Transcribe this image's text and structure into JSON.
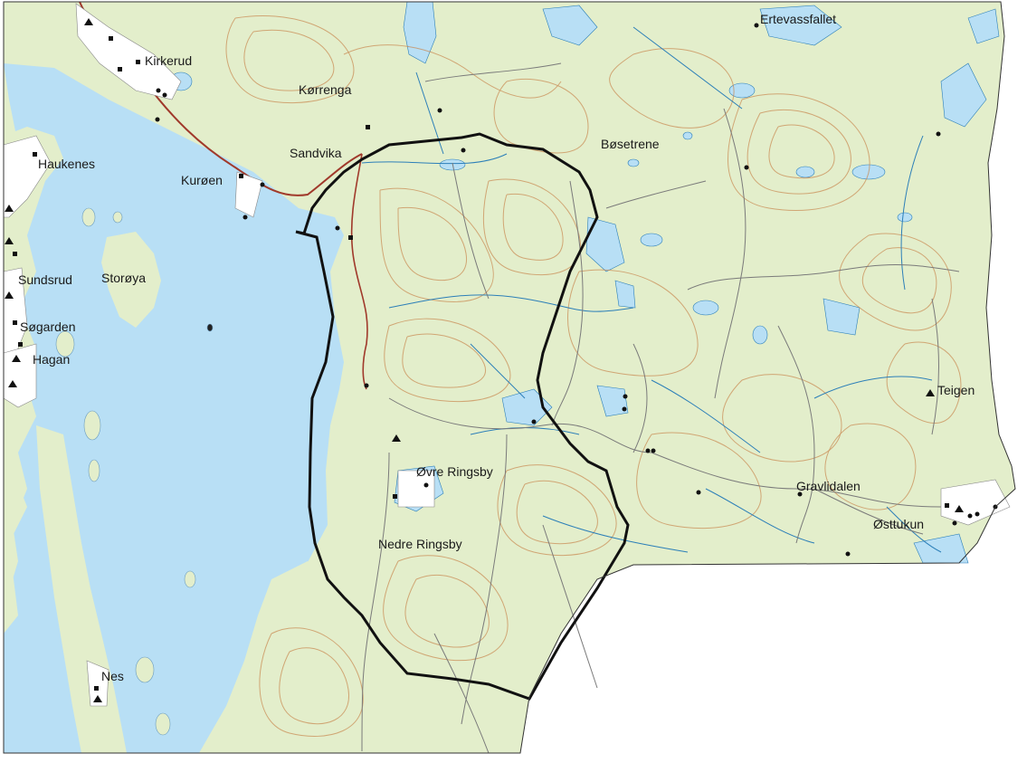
{
  "map": {
    "colors": {
      "land": "#e3eecb",
      "water": "#b8dff5",
      "contour": "#c98a52",
      "stream": "#2c7fb8",
      "road_main": "#a0392b",
      "road": "#6b5a4a",
      "urban": "#ffffff",
      "boundary": "#111111",
      "background": "#ffffff"
    },
    "place_labels": [
      {
        "id": "kirkerud",
        "text": "Kirkerud"
      },
      {
        "id": "korrenga",
        "text": "Kørrenga"
      },
      {
        "id": "ertevassfallet",
        "text": "Ertevassfallet"
      },
      {
        "id": "haukenes",
        "text": "Haukenes"
      },
      {
        "id": "sandvika",
        "text": "Sandvika"
      },
      {
        "id": "bosetrene",
        "text": "Bøsetrene"
      },
      {
        "id": "kuroen",
        "text": "Kurøen"
      },
      {
        "id": "sundsrud",
        "text": "Sundsrud"
      },
      {
        "id": "storoya",
        "text": "Storøya"
      },
      {
        "id": "sogarden",
        "text": "Søgarden"
      },
      {
        "id": "hagan",
        "text": "Hagan"
      },
      {
        "id": "teigen",
        "text": "Teigen"
      },
      {
        "id": "ovre-ringsby",
        "text": "Øvre Ringsby"
      },
      {
        "id": "gravlidalen",
        "text": "Gravlidalen"
      },
      {
        "id": "osttukun",
        "text": "Østtukun"
      },
      {
        "id": "nedre-ringsby",
        "text": "Nedre Ringsby"
      },
      {
        "id": "nes",
        "text": "Nes"
      }
    ],
    "icons": {
      "house": "house-icon",
      "farm": "farm-dot-icon",
      "peak": "triangle-marker-icon"
    }
  }
}
